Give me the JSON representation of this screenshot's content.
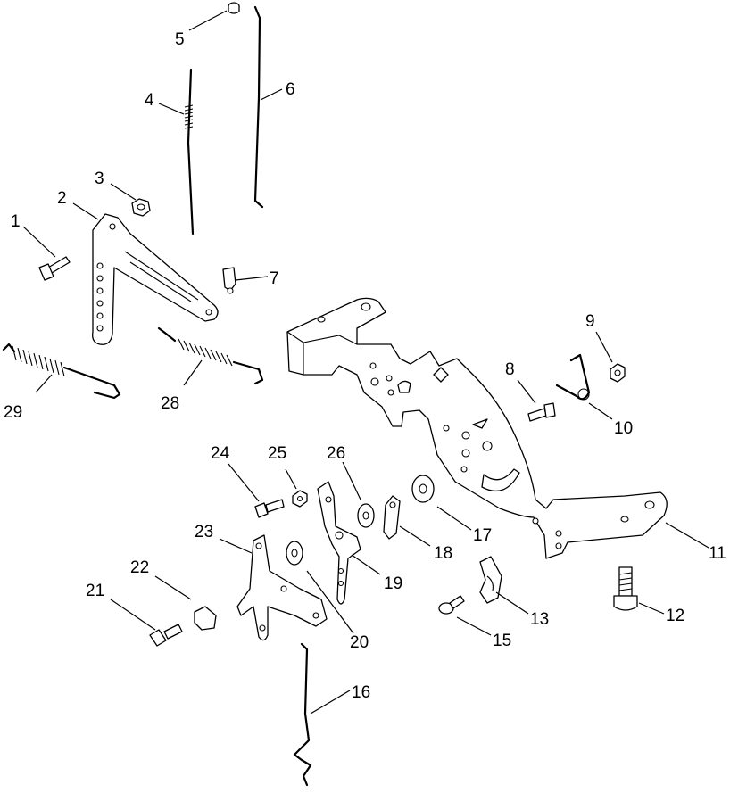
{
  "diagram": {
    "callouts": [
      "1",
      "2",
      "3",
      "4",
      "5",
      "6",
      "7",
      "8",
      "9",
      "10",
      "11",
      "12",
      "13",
      "15",
      "16",
      "17",
      "18",
      "19",
      "20",
      "21",
      "22",
      "23",
      "24",
      "25",
      "26",
      "28",
      "29"
    ]
  }
}
